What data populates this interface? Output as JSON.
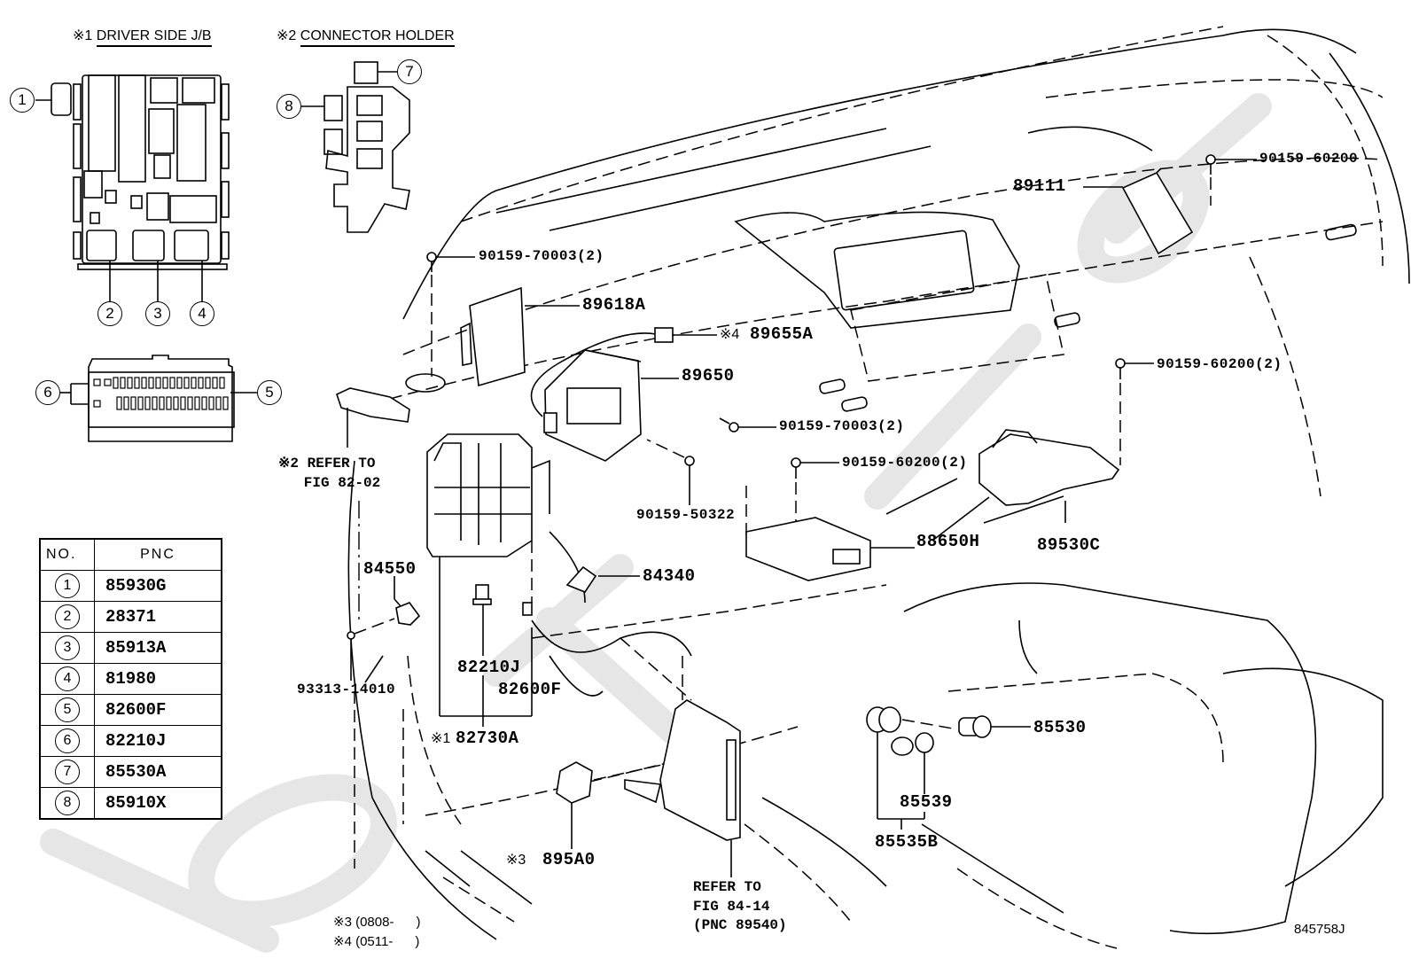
{
  "diagram": {
    "title": "Instrument panel wiring / relays / ECUs parts diagram",
    "figure_code": "845758J",
    "watermark": "toyota-parts watermark",
    "inset_headers": [
      {
        "mark": "※1",
        "text": "DRIVER SIDE J/B"
      },
      {
        "mark": "※2",
        "text": "CONNECTOR HOLDER"
      }
    ],
    "callout_numbers": [
      "1",
      "2",
      "3",
      "4",
      "5",
      "6",
      "7",
      "8"
    ],
    "pnc_table": {
      "headers": {
        "no": "NO.",
        "pnc": "PNC"
      },
      "rows": [
        {
          "no": "1",
          "pnc": "85930G"
        },
        {
          "no": "2",
          "pnc": "28371"
        },
        {
          "no": "3",
          "pnc": "85913A"
        },
        {
          "no": "4",
          "pnc": "81980"
        },
        {
          "no": "5",
          "pnc": "82600F"
        },
        {
          "no": "6",
          "pnc": "82210J"
        },
        {
          "no": "7",
          "pnc": "85530A"
        },
        {
          "no": "8",
          "pnc": "85910X"
        }
      ]
    },
    "part_labels": {
      "p90159_60200_top": "90159-60200",
      "p89111": "89111",
      "p90159_70003_a": "90159-70003(2)",
      "p89618A": "89618A",
      "p89655A_mark": "※4",
      "p89655A": "89655A",
      "p89650": "89650",
      "p90159_60200_right": "90159-60200(2)",
      "p90159_70003_b": "90159-70003(2)",
      "p90159_60200_mid": "90159-60200(2)",
      "p90159_50322": "90159-50322",
      "p88650H": "88650H",
      "p89530C": "89530C",
      "p84550": "84550",
      "p84340": "84340",
      "p82210J": "82210J",
      "p82600F": "82600F",
      "p93313_14010": "93313-14010",
      "p82730A_mark": "※1",
      "p82730A": "82730A",
      "p85530": "85530",
      "p85539": "85539",
      "p85535B": "85535B",
      "p895A0_mark": "※3",
      "p895A0": "895A0"
    },
    "refer_notes": {
      "holder_ref": "※2 REFER TO\n   FIG 82-02",
      "fig84_ref": "REFER TO\nFIG 84-14\n(PNC 89540)"
    },
    "footnotes": [
      "※3 (0808-      )",
      "※4 (0511-      )"
    ]
  }
}
